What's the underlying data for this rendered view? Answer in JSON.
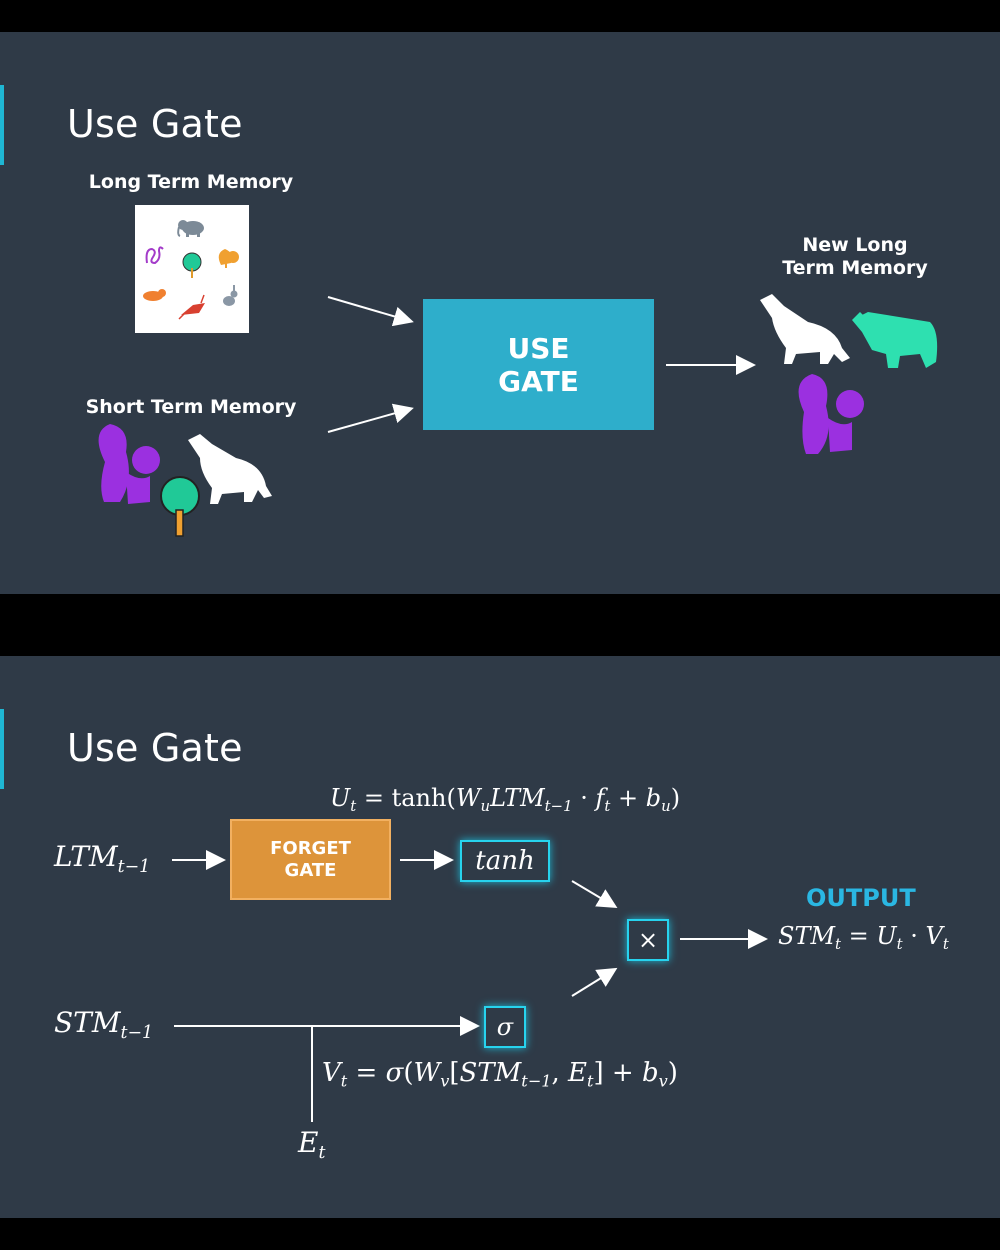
{
  "slide1": {
    "title": "Use Gate",
    "ltm_label": "Long Term Memory",
    "stm_label": "Short Term Memory",
    "gate_line1": "USE",
    "gate_line2": "GATE",
    "new_ltm_line1": "New Long",
    "new_ltm_line2": "Term Memory"
  },
  "slide2": {
    "title": "Use Gate",
    "forget_line1": "FORGET",
    "forget_line2": "GATE",
    "tanh_box": "tanh",
    "sigma_box": "σ",
    "mult_box": "×",
    "output_label": "OUTPUT"
  },
  "colors": {
    "background": "#2f3a47",
    "accent": "#1fb6d3",
    "use_gate_box": "#2eaecb",
    "forget_gate_box": "#dd943a",
    "output_text": "#2ab7e3",
    "purple": "#9b30e0",
    "teal": "#2ee0b0"
  }
}
